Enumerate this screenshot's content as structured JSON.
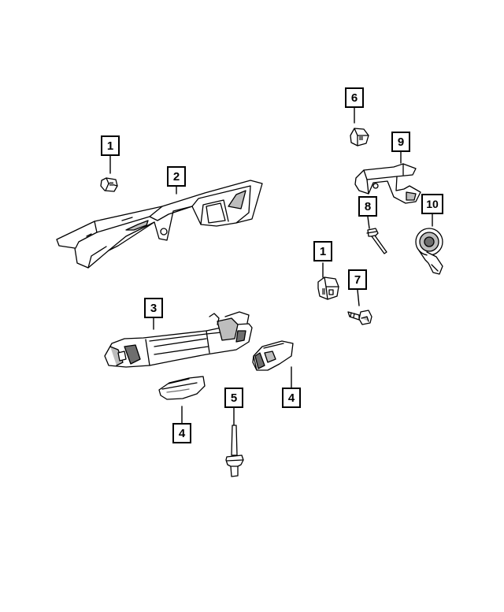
{
  "callouts": {
    "c1a": "1",
    "c2": "2",
    "c3": "3",
    "c4a": "4",
    "c4b": "4",
    "c5": "5",
    "c6": "6",
    "c9": "9",
    "c8": "8",
    "c10": "10",
    "c1b": "1",
    "c7": "7"
  },
  "colors": {
    "stroke": "#000000",
    "part_fill": "#ffffff",
    "shade": "#bdbdbd",
    "dark_shade": "#6e6e6e"
  }
}
